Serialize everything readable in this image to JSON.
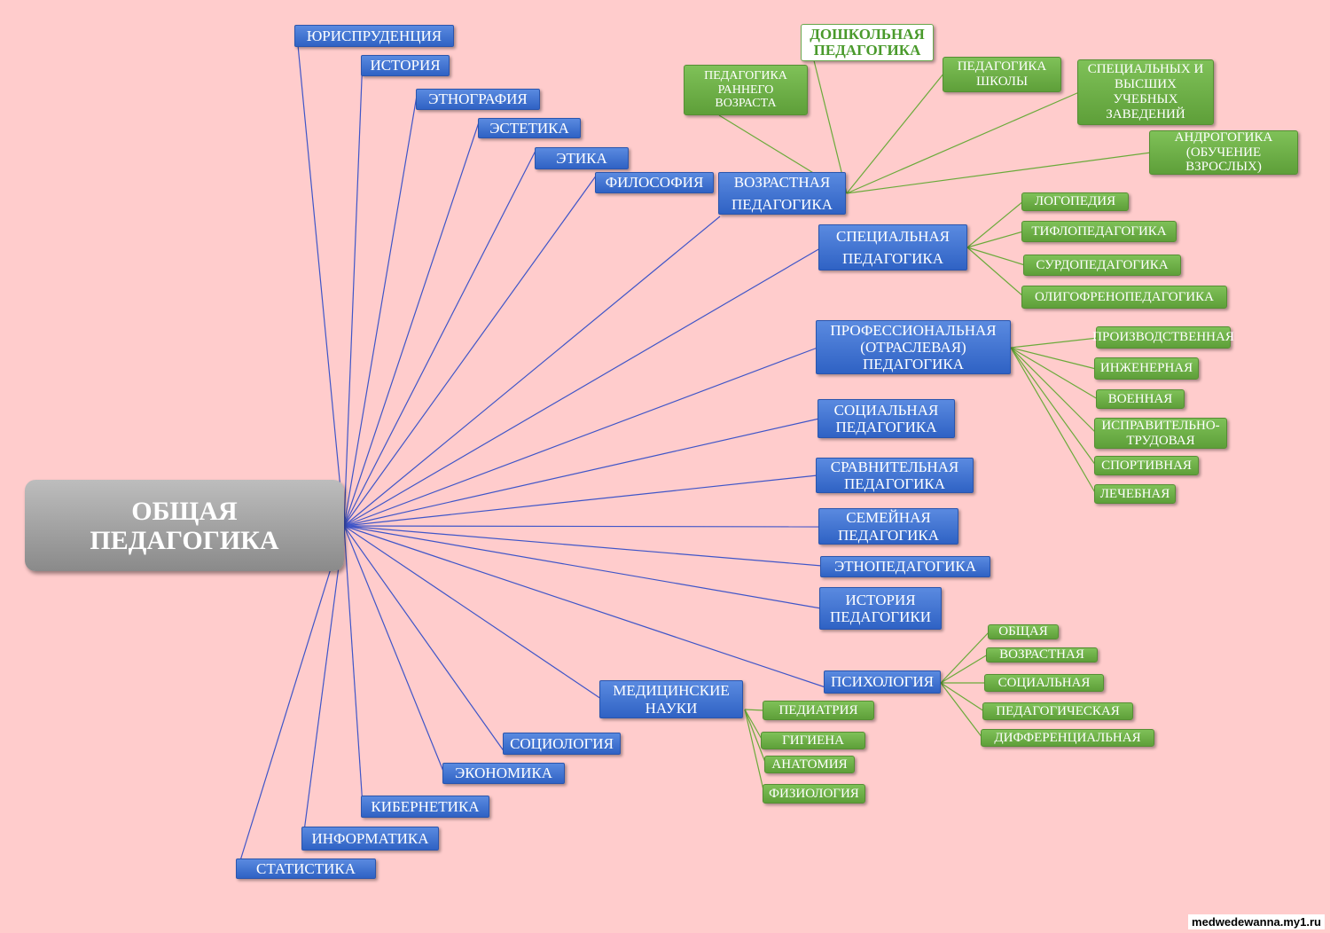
{
  "center": [
    "ОБЩАЯ",
    "ПЕДАГОГИКА"
  ],
  "related_sciences": {
    "jurisprudence": "ЮРИСПРУДЕНЦИЯ",
    "history": "ИСТОРИЯ",
    "ethnography": "ЭТНОГРАФИЯ",
    "aesthetics": "ЭСТЕТИКА",
    "ethics": "ЭТИКА",
    "philosophy": "ФИЛОСОФИЯ",
    "sociology": "СОЦИОЛОГИЯ",
    "economics": "ЭКОНОМИКА",
    "cybernetics": "КИБЕРНЕТИКА",
    "informatics": "ИНФОРМАТИКА",
    "statistics": "СТАТИСТИКА"
  },
  "age_pedagogy": {
    "label": [
      "ВОЗРАСТНАЯ",
      "ПЕДАГОГИКА"
    ],
    "children": {
      "preschool": [
        "ДОШКОЛЬНАЯ",
        "ПЕДАГОГИКА"
      ],
      "early_age": [
        "ПЕДАГОГИКА",
        "РАННЕГО",
        "ВОЗРАСТА"
      ],
      "school": [
        "ПЕДАГОГИКА",
        "ШКОЛЫ"
      ],
      "higher": [
        "СПЕЦИАЛЬНЫХ  И",
        "ВЫСШИХ",
        "УЧЕБНЫХ",
        "ЗАВЕДЕНИЙ"
      ],
      "andragogy": [
        "АНДРОГОГИКА",
        "(ОБУЧЕНИЕ",
        "ВЗРОСЛЫХ)"
      ]
    }
  },
  "special_pedagogy": {
    "label": [
      "СПЕЦИАЛЬНАЯ",
      "ПЕДАГОГИКА"
    ],
    "children": {
      "logopedics": "ЛОГОПЕДИЯ",
      "typhlo": "ТИФЛОПЕДАГОГИКА",
      "surdo": "СУРДОПЕДАГОГИКА",
      "oligophreno": "ОЛИГОФРЕНОПЕДАГОГИКА"
    }
  },
  "professional_pedagogy": {
    "label": [
      "ПРОФЕССИОНАЛЬНАЯ",
      "(ОТРАСЛЕВАЯ)",
      "ПЕДАГОГИКА"
    ],
    "children": {
      "industrial": "ПРОИЗВОДСТВЕННАЯ",
      "engineering": "ИНЖЕНЕРНАЯ",
      "military": "ВОЕННАЯ",
      "corrective": [
        "ИСПРАВИТЕЛЬНО-",
        "ТРУДОВАЯ"
      ],
      "sports": "СПОРТИВНАЯ",
      "medical": "ЛЕЧЕБНАЯ"
    }
  },
  "social_pedagogy": [
    "СОЦИАЛЬНАЯ",
    "ПЕДАГОГИКА"
  ],
  "comparative_pedagogy": [
    "СРАВНИТЕЛЬНАЯ",
    "ПЕДАГОГИКА"
  ],
  "family_pedagogy": [
    "СЕМЕЙНАЯ",
    "ПЕДАГОГИКА"
  ],
  "ethnopedagogy": "ЭТНОПЕДАГОГИКА",
  "history_of_pedagogy": [
    "ИСТОРИЯ",
    "ПЕДАГОГИКИ"
  ],
  "psychology": {
    "label": "ПСИХОЛОГИЯ",
    "children": {
      "general": "ОБЩАЯ",
      "age": "ВОЗРАСТНАЯ",
      "social": "СОЦИАЛЬНАЯ",
      "pedagogical": "ПЕДАГОГИЧЕСКАЯ",
      "differential": "ДИФФЕРЕНЦИАЛЬНАЯ"
    }
  },
  "medical_sciences": {
    "label": [
      "МЕДИЦИНСКИЕ",
      "НАУКИ"
    ],
    "children": {
      "pediatrics": "ПЕДИАТРИЯ",
      "hygiene": "ГИГИЕНА",
      "anatomy": "АНАТОМИЯ",
      "physiology": "ФИЗИОЛОГИЯ"
    }
  },
  "watermark": "medwedewanna.my1.ru",
  "colors": {
    "background": "#ffcccc",
    "blue_node": "#3a6fd0",
    "green_node": "#6aaf45",
    "blue_line": "#3f55c8",
    "green_line": "#6aaa3a"
  }
}
